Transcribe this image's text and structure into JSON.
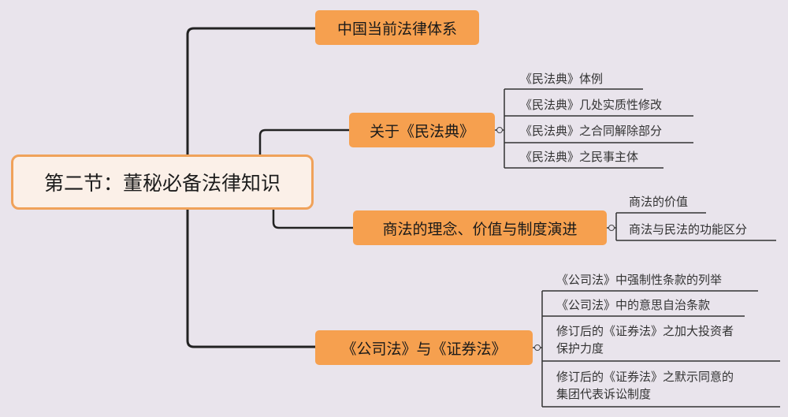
{
  "root": {
    "label": "第二节：董秘必备法律知识"
  },
  "branches": [
    {
      "label": "中国当前法律体系",
      "children": []
    },
    {
      "label": "关于《民法典》",
      "children": [
        "《民法典》体例",
        "《民法典》几处实质性修改",
        "《民法典》之合同解除部分",
        "《民法典》之民事主体"
      ]
    },
    {
      "label": "商法的理念、价值与制度演进",
      "children": [
        "商法的价值",
        "商法与民法的功能区分"
      ]
    },
    {
      "label": "《公司法》与《证券法》",
      "children": [
        "《公司法》中强制性条款的列举",
        "《公司法》中的意思自治条款",
        [
          "修订后的《证券法》之加大投资者",
          "保护力度"
        ],
        [
          "修订后的《证券法》之默示同意的",
          "集团代表诉讼制度"
        ]
      ]
    }
  ]
}
